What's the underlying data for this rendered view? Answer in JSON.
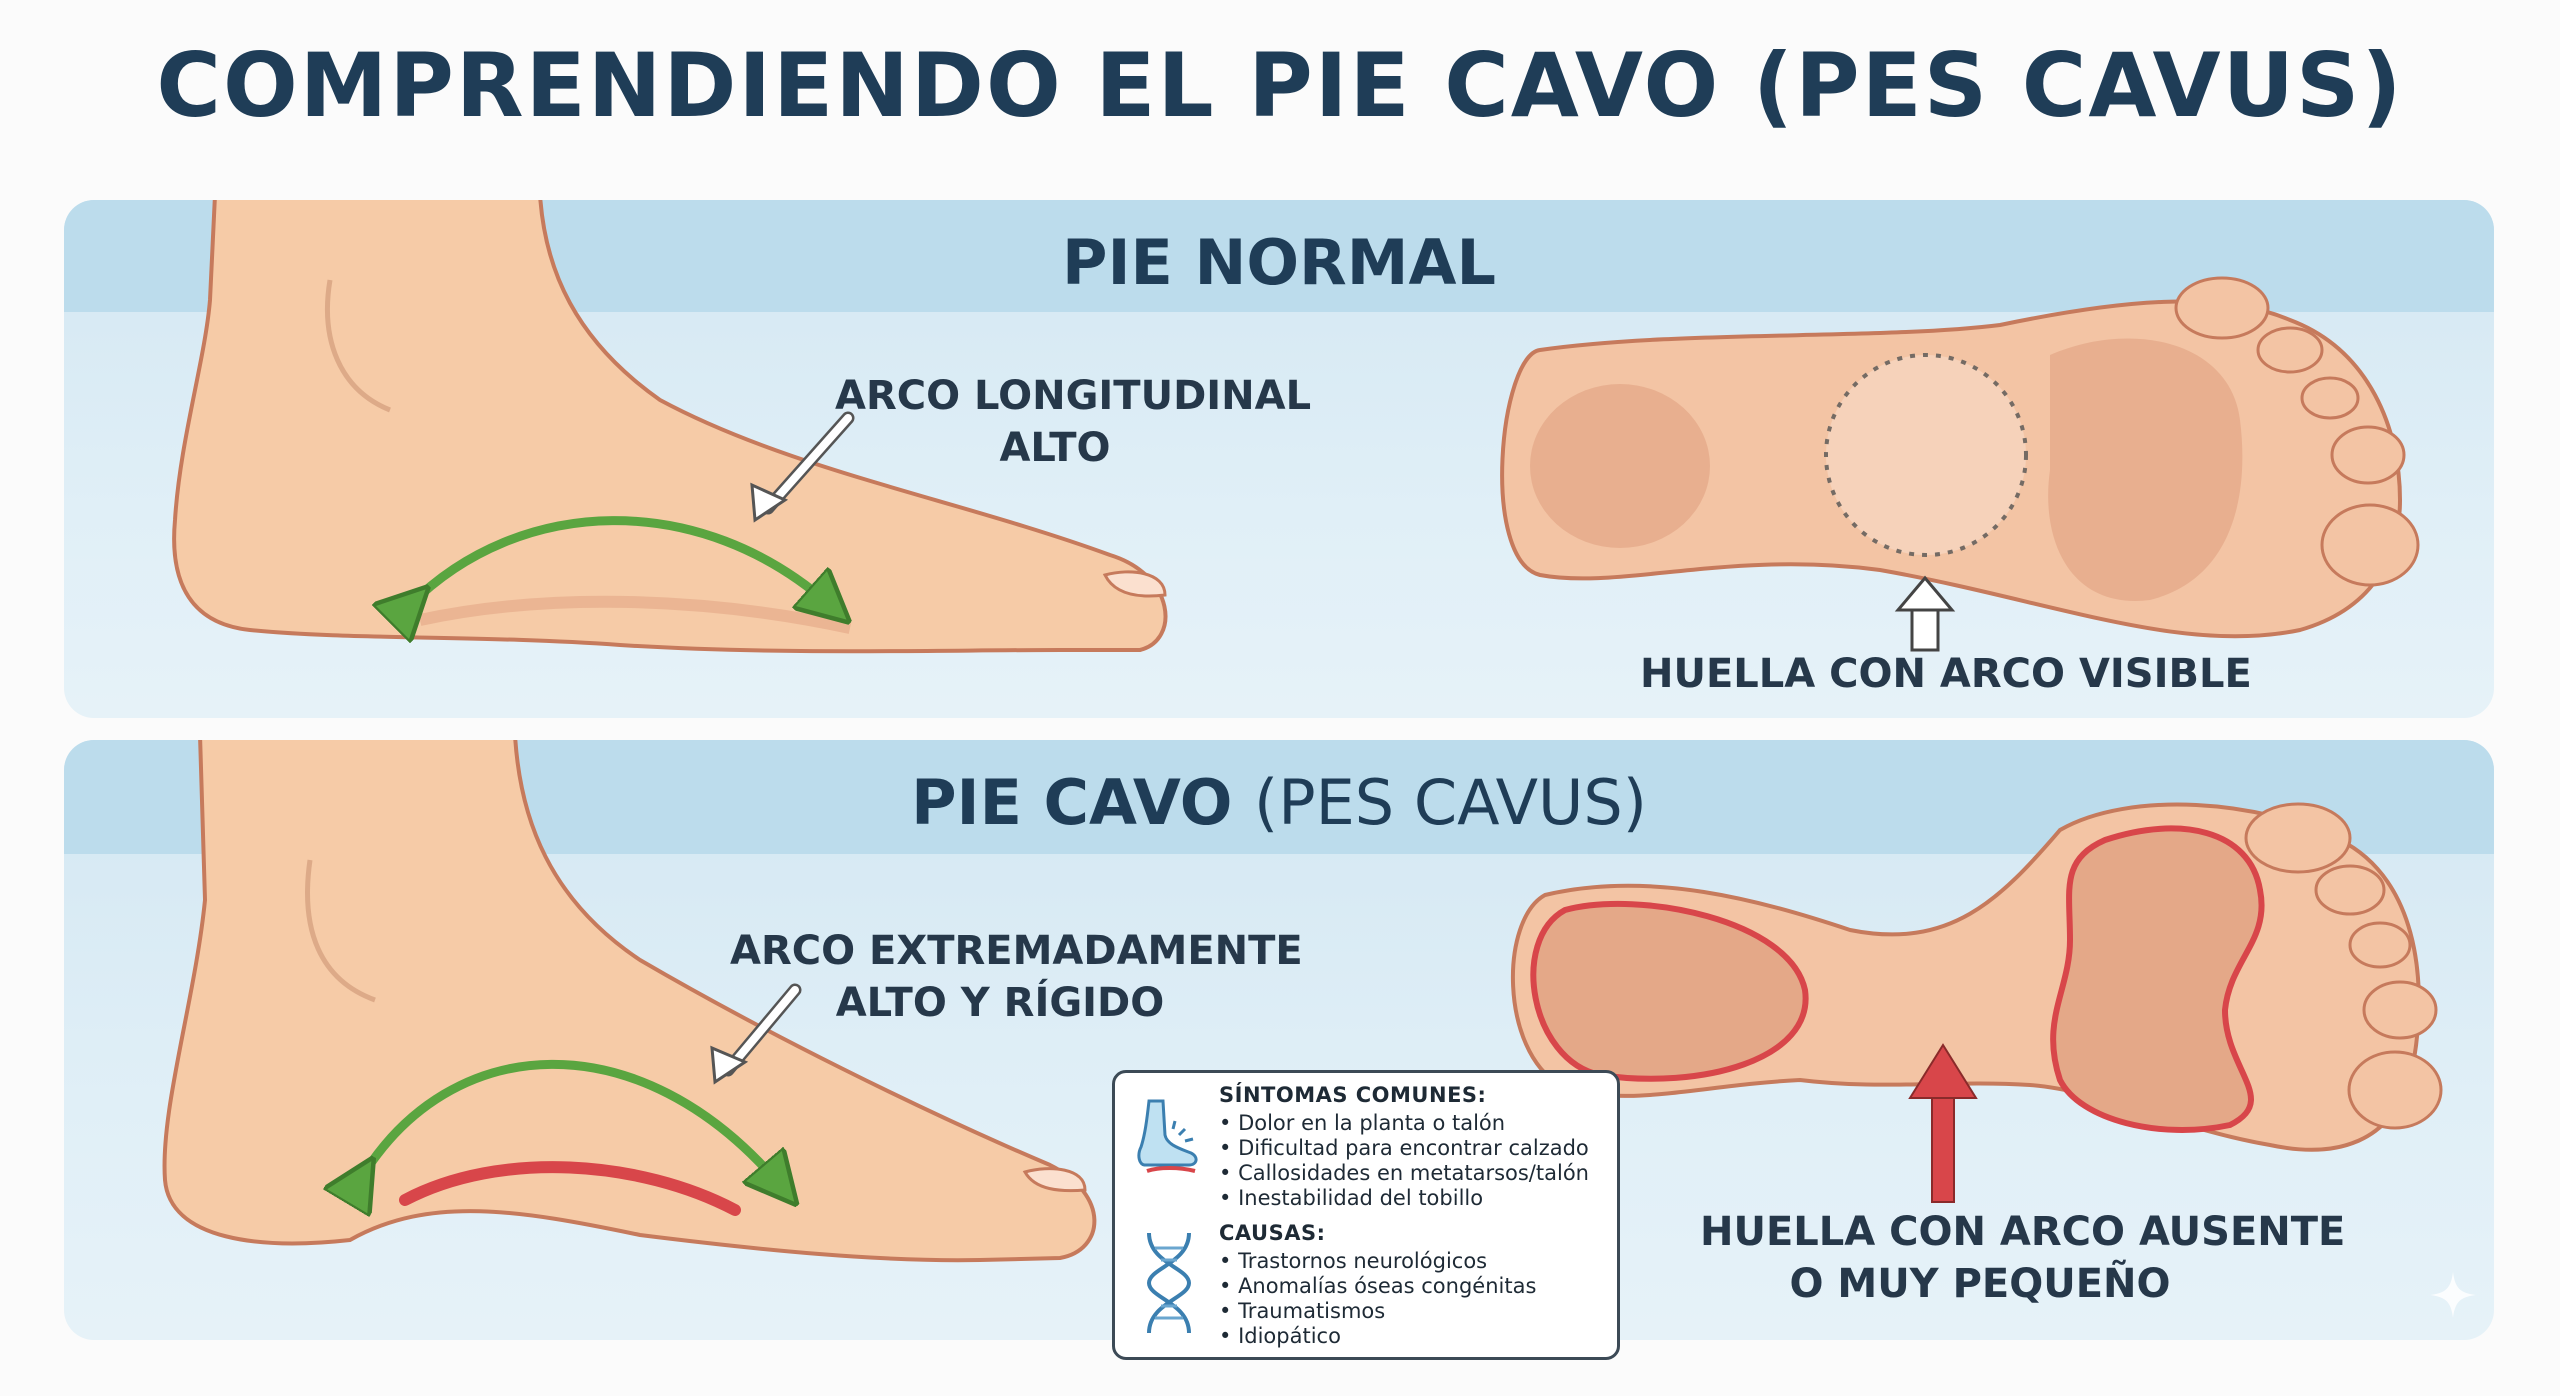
{
  "title": "COMPRENDIENDO EL PIE CAVO (PES CAVUS)",
  "normal": {
    "heading": "PIE NORMAL",
    "arch_label": [
      "ARCO LONGITUDINAL",
      "ALTO"
    ],
    "footprint_label": "HUELLA CON ARCO VISIBLE"
  },
  "cavo": {
    "heading_bold": "PIE CAVO",
    "heading_light": "(PES CAVUS)",
    "arch_label": [
      "ARCO EXTREMADAMENTE",
      "ALTO Y RÍGIDO"
    ],
    "footprint_label": [
      "HUELLA CON ARCO AUSENTE",
      "O MUY PEQUEÑO"
    ]
  },
  "info": {
    "symptoms_title": "SÍNTOMAS COMUNES:",
    "symptoms": [
      "Dolor en la planta o talón",
      "Dificultad para encontrar calzado",
      "Callosidades en metatarsos/talón",
      "Inestabilidad del tobillo"
    ],
    "causes_title": "CAUSAS:",
    "causes": [
      "Trastornos neurológicos",
      "Anomalías óseas congénitas",
      "Traumatismos",
      "Idiopático"
    ],
    "icons": [
      "foot-pain-icon",
      "dna-icon"
    ]
  },
  "colors": {
    "title": "#1f3d57",
    "panel": "#dcecf5",
    "band": "#bcdcec",
    "skin": "#f6cba7",
    "skin_outline": "#c67a5c",
    "arrow_green": "#5aa540",
    "arch_red": "#d8464a"
  }
}
